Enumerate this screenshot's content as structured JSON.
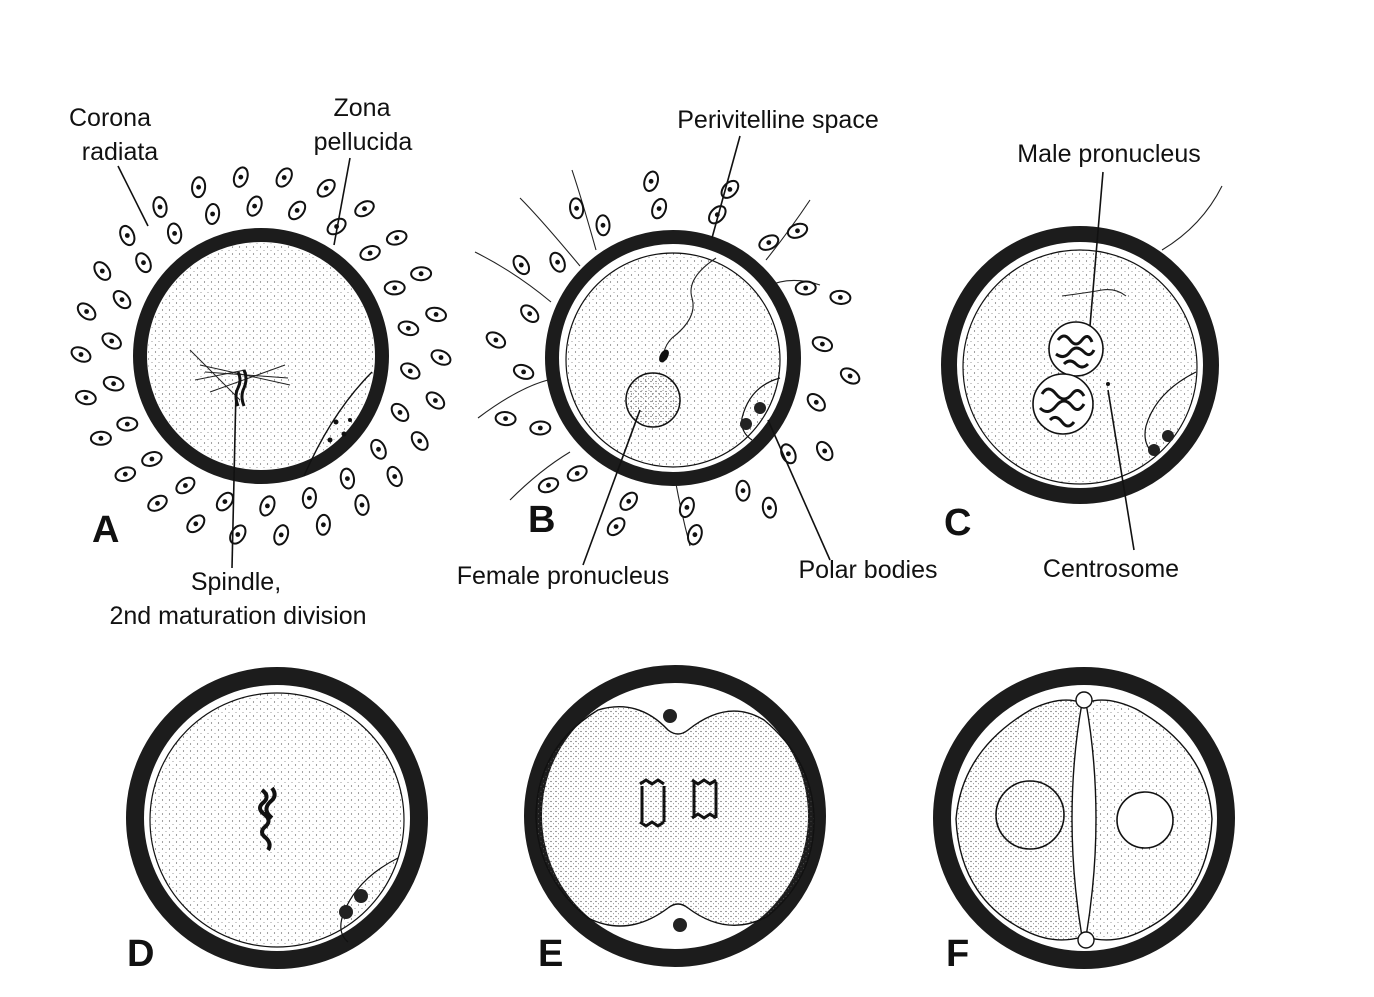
{
  "panels": {
    "A": {
      "letter": "A",
      "corona_radiata": [
        "Corona",
        "radiata"
      ],
      "zona_pellucida": [
        "Zona",
        "pellucida"
      ],
      "spindle": [
        "Spindle,",
        "2nd maturation division"
      ]
    },
    "B": {
      "letter": "B",
      "perivitelline_space": "Perivitelline space",
      "female_pronucleus": "Female pronucleus",
      "polar_bodies": "Polar bodies"
    },
    "C": {
      "letter": "C",
      "male_pronucleus": "Male pronucleus",
      "centrosome": "Centrosome"
    },
    "D": {
      "letter": "D"
    },
    "E": {
      "letter": "E"
    },
    "F": {
      "letter": "F"
    }
  },
  "colors": {
    "ink": "#111111",
    "zona": "#1c1c1c",
    "cytoplasm": "#f3f3f3",
    "paper": "#ffffff"
  }
}
